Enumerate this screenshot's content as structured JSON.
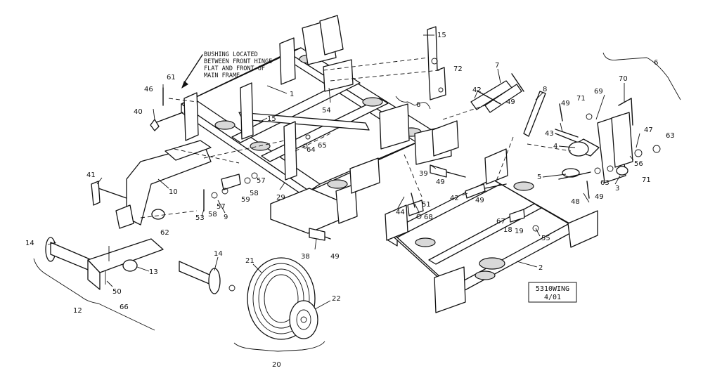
{
  "note": {
    "line1": "BUSHING LOCATED",
    "line2": "BETWEEN FRONT HINGE",
    "line3": "FLAT AND FRONT OF",
    "line4": "MAIN FRAME"
  },
  "stamp": {
    "line1": "5310WING",
    "line2": "4/01"
  },
  "callouts": {
    "c1": "1",
    "c2": "2",
    "c3": "3",
    "c4": "4",
    "c5": "5",
    "c6a": "6",
    "c6b": "6",
    "c7": "7",
    "c8": "8",
    "c9": "9",
    "c10": "10",
    "c12": "12",
    "c13": "13",
    "c14a": "14",
    "c14b": "14",
    "c15a": "15",
    "c15b": "15",
    "c18": "18",
    "c19": "19",
    "c20": "20",
    "c21": "21",
    "c22": "22",
    "c29": "29",
    "c38": "38",
    "c39": "39",
    "c40": "40",
    "c41": "41",
    "c42a": "42",
    "c42b": "42",
    "c43": "43",
    "c44": "44",
    "c46": "46",
    "c47": "47",
    "c48": "48",
    "c49a": "49",
    "c49b": "49",
    "c49c": "49",
    "c49d": "49",
    "c49e": "49",
    "c49f": "49",
    "c50": "50",
    "c51": "51",
    "c53": "53",
    "c54": "54",
    "c55": "55",
    "c56": "56",
    "c57a": "57",
    "c57b": "57",
    "c58a": "58",
    "c58b": "58",
    "c59": "59",
    "c61": "61",
    "c62": "62",
    "c63a": "63",
    "c63b": "63",
    "c64": "64",
    "c65": "65",
    "c66": "66",
    "c67": "67",
    "c68": "68",
    "c69": "69",
    "c70": "70",
    "c71a": "71",
    "c71b": "71",
    "c72": "72"
  }
}
